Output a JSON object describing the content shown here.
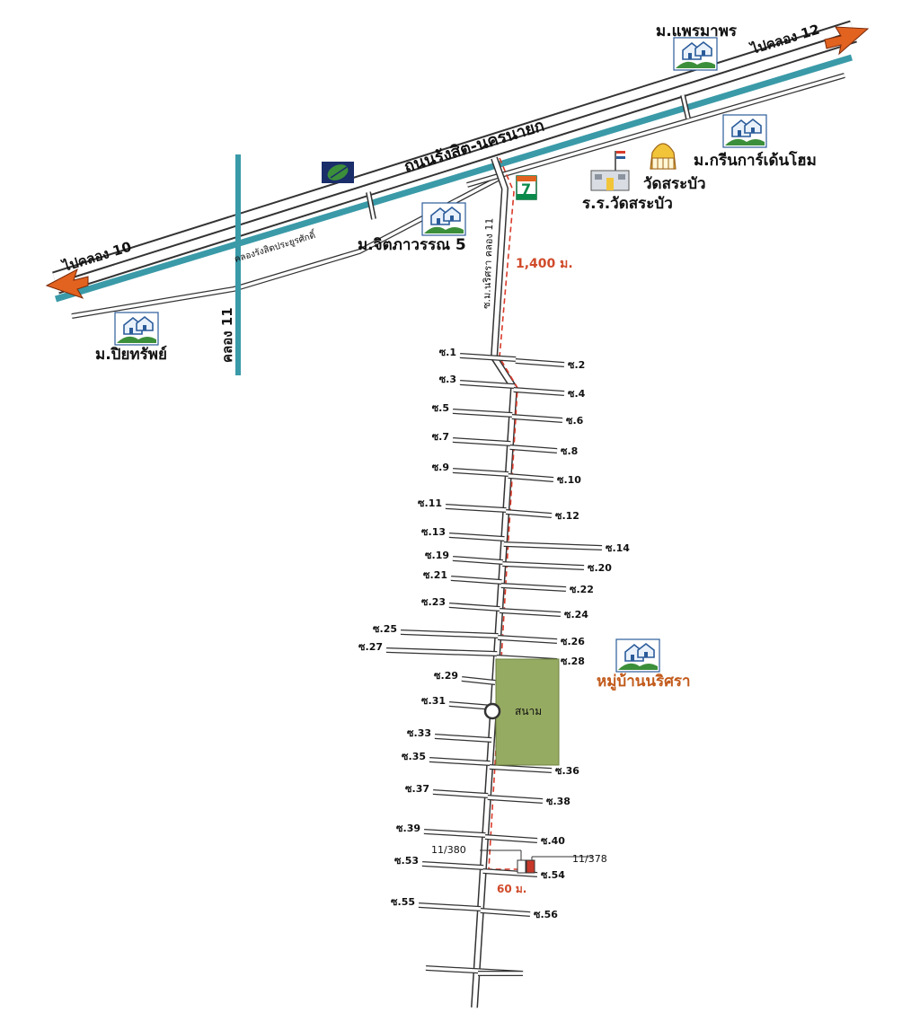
{
  "colors": {
    "canal": "#3a9aa8",
    "road_outline": "#333333",
    "arrow": "#e2621f",
    "field": "#96ab62",
    "route": "#d93a2a",
    "village_label": "#c25a1b",
    "house_green": "#3c8f3a",
    "house_blue": "#2b5c9a"
  },
  "highway": {
    "name": "ถนนรังสิต-นครนายก",
    "to_left": "ไปคลอง 10",
    "to_right": "ไปคลอง 12"
  },
  "canals": {
    "main": "คลองรังสิตประยูรศักดิ์",
    "vertical": "คลอง 11"
  },
  "side_road": "ซ.ม.นริศรา คลอง 11",
  "distances": {
    "from_highway": "1,400 ม.",
    "last_leg": "60 ม."
  },
  "places": {
    "phraemaphon": "ม.แพรมาพร",
    "green_garden": "ม.กรีนการ์เด้นโฮม",
    "wat": "วัดสระบัว",
    "school": "ร.ร.วัดสระบัว",
    "chitpawan": "ม.จิตภาวรรณ 5",
    "piyasap": "ม.ปิยทรัพย์",
    "narisara": "หมู่บ้านนริศรา",
    "field": "สนาม"
  },
  "icons": {
    "seven_eleven": "7",
    "gas_station": "leaf-logo-icon",
    "house": "house-icon",
    "temple": "temple-icon",
    "school": "school-flag-icon"
  },
  "plots": {
    "left": "11/380",
    "right": "11/378"
  },
  "sois_left": [
    "ซ.1",
    "ซ.3",
    "ซ.5",
    "ซ.7",
    "ซ.9",
    "ซ.11",
    "ซ.13",
    "ซ.19",
    "ซ.21",
    "ซ.23",
    "ซ.25",
    "ซ.27",
    "ซ.29",
    "ซ.31",
    "ซ.33",
    "ซ.35",
    "ซ.37",
    "ซ.39",
    "ซ.53",
    "ซ.55"
  ],
  "sois_right": [
    "ซ.2",
    "ซ.4",
    "ซ.6",
    "ซ.8",
    "ซ.10",
    "ซ.12",
    "ซ.14",
    "ซ.20",
    "ซ.22",
    "ซ.24",
    "ซ.26",
    "ซ.28",
    "ซ.36",
    "ซ.38",
    "ซ.40",
    "ซ.54",
    "ซ.56"
  ]
}
